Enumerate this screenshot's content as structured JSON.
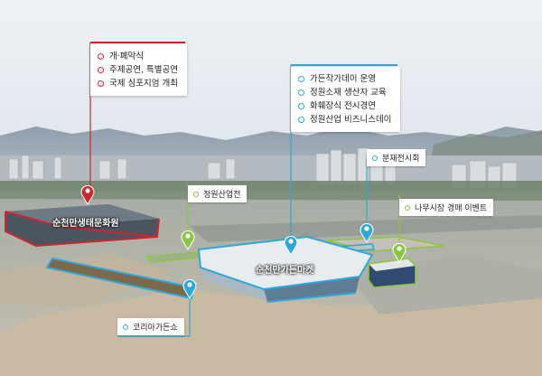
{
  "colors": {
    "red": "#d0242f",
    "blue": "#2ea7d9",
    "green": "#8ac640"
  },
  "callouts": {
    "red": {
      "items": [
        "개·폐막식",
        "주제공연, 특별공연",
        "국제 심포지엄 개최"
      ]
    },
    "blue": {
      "items": [
        "가든작가데이 운영",
        "정원소재 생산자 교육",
        "화훼장식 전시경연",
        "정원산업 비즈니스데이"
      ]
    }
  },
  "tags": {
    "bunjae": "분재전시회",
    "jeongwon_sanup": "정원산업전",
    "namu_sijang": "나무시장 경매 이벤트",
    "korea_garden_show": "코리아가든쇼"
  },
  "buildings": {
    "culture_hall": "순천만생태문화원",
    "garden_market": "순천만가든마켓"
  },
  "icons": [
    "location-pin-icon"
  ]
}
